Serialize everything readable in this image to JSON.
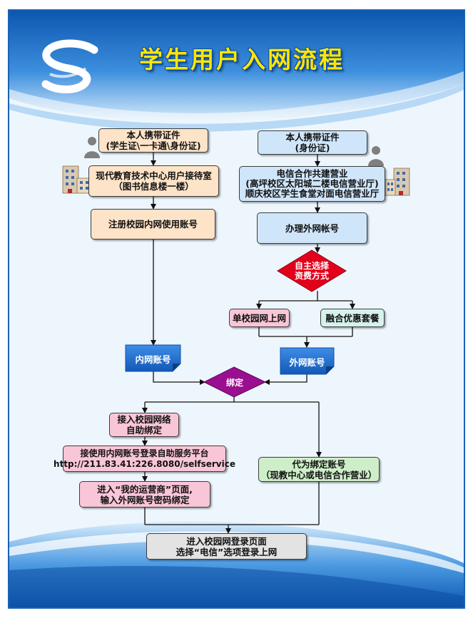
{
  "header": {
    "title": "学生用户入网流程"
  },
  "left_column": {
    "step1": {
      "line1": "本人携带证件",
      "line2": "(学生证\\一卡通\\身份证)"
    },
    "step2": {
      "line1": "现代教育技术中心用户接待室",
      "line2": "（图书信息楼一楼）"
    },
    "step3": {
      "label": "注册校园内网使用账号"
    },
    "account": {
      "label": "内网账号"
    }
  },
  "right_column": {
    "step1": {
      "line1": "本人携带证件",
      "line2": "(身份证)"
    },
    "step2": {
      "line1": "电信合作共建营业",
      "line2": "(高坪校区太阳城二楼电信营业厅)",
      "line3": "顺庆校区学生食堂对面电信营业厅"
    },
    "step3": {
      "label": "办理外网帐号"
    },
    "decision": {
      "line1": "自主选择",
      "line2": "资费方式"
    },
    "option_a": {
      "label": "单校园网上网"
    },
    "option_b": {
      "label": "融合优惠套餐"
    },
    "account": {
      "label": "外网账号"
    }
  },
  "bind": {
    "label": "绑定"
  },
  "self_bind": {
    "step1": {
      "line1": "接入校园网络",
      "line2": "自助绑定"
    },
    "step2": {
      "line1": "接使用内网账号登录自助服务平台",
      "line2": "http://211.83.41:226.8080/selfservice"
    },
    "step3": {
      "line1": "进入“我的运营商”页面,",
      "line2": "输入外网账号密码绑定"
    }
  },
  "agent_bind": {
    "line1": "代为绑定账号",
    "line2": "（现教中心或电信合作营业）"
  },
  "final": {
    "line1": "进入校园网登录页面",
    "line2": "选择“电信”选项登录上网"
  },
  "colors": {
    "frame": "#1a63b5",
    "title": "#ffe600",
    "peach_box": "#fde3c8",
    "blue_box": "#cfe5fa",
    "pink_box": "#f9c6d7",
    "decision_red": "#e3001b",
    "bind_purple": "#9a0f8f",
    "tag_blue": "#1b6fd0"
  },
  "icons": [
    "logo-s-icon",
    "person-icon",
    "building-icon"
  ]
}
